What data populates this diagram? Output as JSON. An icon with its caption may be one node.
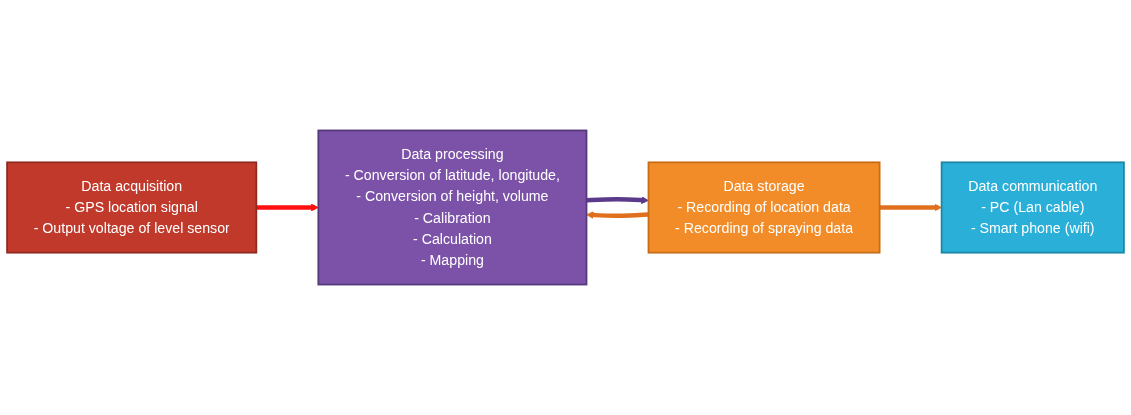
{
  "diagram": {
    "nodes": [
      {
        "text": [
          "Data acquisition",
          "- GPS location signal",
          "- Output voltage of level sensor"
        ]
      },
      {
        "text": [
          "Data processing",
          "- Conversion of latitude, longitude,",
          "- Conversion of height, volume",
          "- Calibration",
          "- Calculation",
          "- Mapping"
        ]
      },
      {
        "text": [
          "Data storage",
          "- Recording of location data",
          "- Recording of spraying data"
        ]
      },
      {
        "text": [
          "Data communication",
          "- PC (Lan cable)",
          "- Smart phone (wifi)"
        ]
      }
    ],
    "edges": [
      {
        "from": 0,
        "to": 1,
        "arrow": "to",
        "color": "#ff1010"
      },
      {
        "from": 1,
        "to": 2,
        "arrow": "to",
        "color": "#5b3a8c"
      },
      {
        "from": 2,
        "to": 1,
        "arrow": "to",
        "color": "#e0701e"
      },
      {
        "from": 2,
        "to": 3,
        "arrow": "to",
        "color": "#e0701e"
      }
    ]
  }
}
